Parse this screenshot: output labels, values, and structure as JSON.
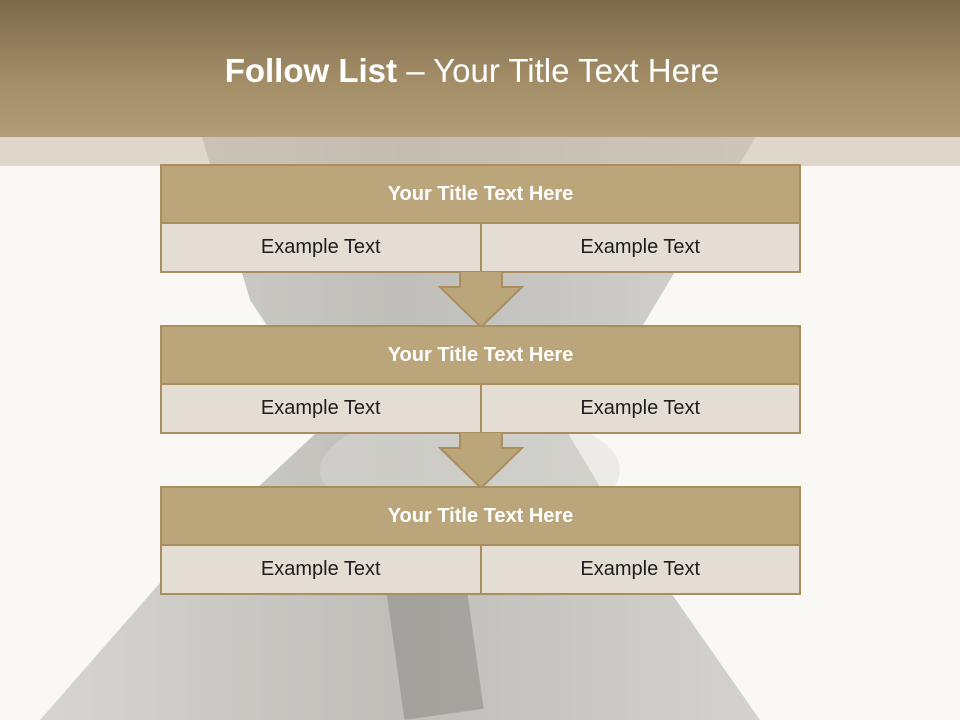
{
  "header": {
    "title_bold": "Follow List",
    "title_rest": " – Your Title Text Here"
  },
  "steps": [
    {
      "title": "Your Title Text Here",
      "cells": [
        "Example Text",
        "Example Text"
      ]
    },
    {
      "title": "Your Title Text Here",
      "cells": [
        "Example Text",
        "Example Text"
      ]
    },
    {
      "title": "Your Title Text Here",
      "cells": [
        "Example Text",
        "Example Text"
      ]
    }
  ],
  "colors": {
    "header": "#a08b65",
    "box_title": "#bba57b",
    "box_cell": "#e3ddd3",
    "border": "#a88f5d"
  }
}
